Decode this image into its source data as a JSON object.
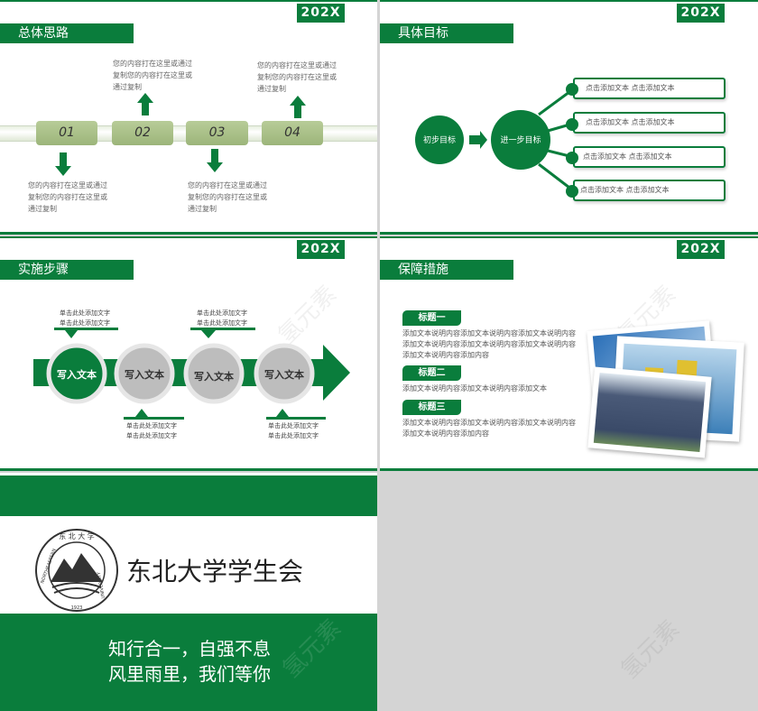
{
  "colors": {
    "accent": "#0a7d3c",
    "background": "#d4d4d4"
  },
  "watermark": "氢元素",
  "slides": [
    {
      "year": "202X",
      "title": "总体思路",
      "steps": [
        "01",
        "02",
        "03",
        "04"
      ],
      "texts": [
        "您的内容打在这里或通过复制您的内容打在这里或通过复制",
        "您的内容打在这里或通过复制您的内容打在这里或通过复制",
        "您的内容打在这里或通过复制您的内容打在这里或通过复制",
        "您的内容打在这里或通过复制您的内容打在这里或通过复制"
      ]
    },
    {
      "year": "202X",
      "title": "具体目标",
      "start": "初步目标",
      "next": "进一步目标",
      "items": [
        "点击添加文本 点击添加文本",
        "点击添加文本 点击添加文本",
        "点击添加文本 点击添加文本",
        "点击添加文本 点击添加文本"
      ]
    },
    {
      "year": "202X",
      "title": "实施步骤",
      "circles": [
        "写入文本",
        "写入文本",
        "写入文本",
        "写入文本"
      ],
      "notes": [
        "单击此处添加文字 单击此处添加文字",
        "单击此处添加文字 单击此处添加文字",
        "单击此处添加文字 单击此处添加文字",
        "单击此处添加文字 单击此处添加文字"
      ]
    },
    {
      "year": "202X",
      "title": "保障措施",
      "sections": [
        {
          "heading": "标题一",
          "text": "添加文本说明内容添加文本说明内容添加文本说明内容添加文本说明内容添加文本说明内容添加文本说明内容添加文本说明内容添加内容"
        },
        {
          "heading": "标题二",
          "text": "添加文本说明内容添加文本说明内容添加文本"
        },
        {
          "heading": "标题三",
          "text": "添加文本说明内容添加文本说明内容添加文本说明内容添加文本说明内容添加内容"
        }
      ]
    },
    {
      "org": "东北大学学生会",
      "logo_text": "NORTHEASTERN 1923 UNIVERSITY 东北大学",
      "slogan1": "知行合一，自强不息",
      "slogan2": "风里雨里，我们等你"
    }
  ]
}
